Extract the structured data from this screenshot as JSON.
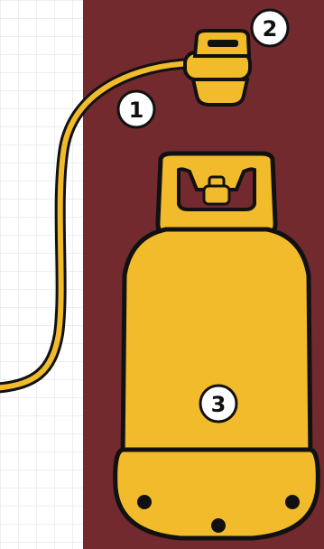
{
  "diagram": {
    "colors": {
      "background_panel": "#722a2e",
      "grid_background": "#ffffff",
      "grid_line": "#d9dde6",
      "cylinder_fill": "#f2bb2c",
      "outline": "#111111",
      "badge_fill": "#ffffff"
    },
    "labels": {
      "hose": "1",
      "regulator": "2",
      "cylinder": "3"
    }
  }
}
